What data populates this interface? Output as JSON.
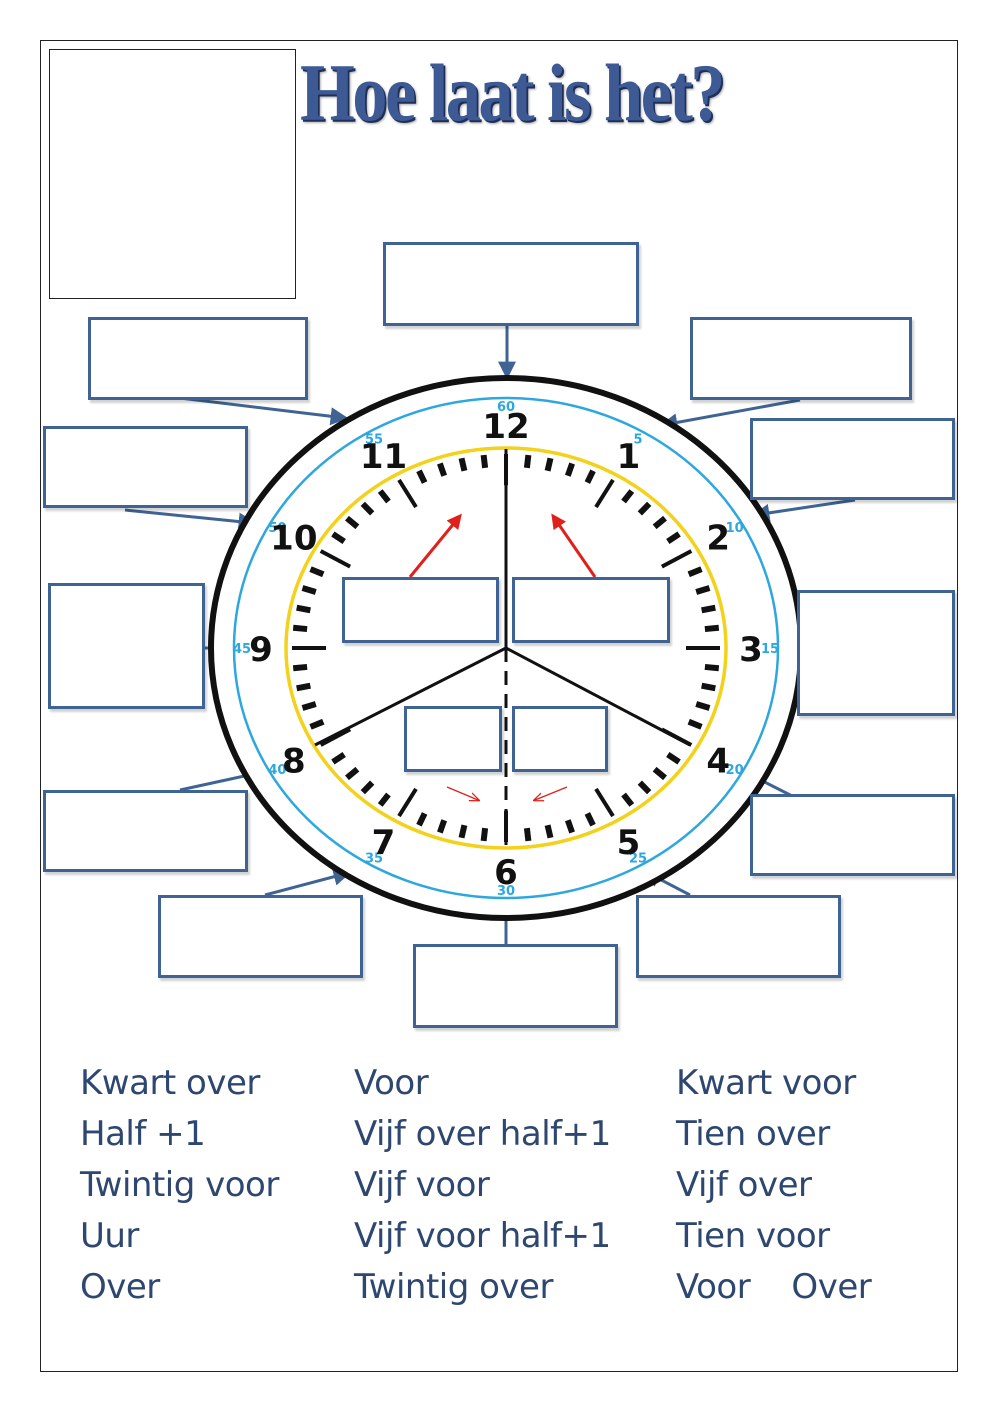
{
  "title": "Hoe laat is het?",
  "clock": {
    "hour_numbers": [
      "12",
      "1",
      "2",
      "3",
      "4",
      "5",
      "6",
      "7",
      "8",
      "9",
      "10",
      "11"
    ],
    "minute_labels": [
      "60",
      "5",
      "10",
      "15",
      "20",
      "25",
      "30",
      "35",
      "40",
      "45",
      "50",
      "55"
    ],
    "colors": {
      "outer_ring": "#111111",
      "minute_ring": "#2ea7df",
      "hour_ring": "#f2d21b",
      "arrow_red": "#e0201a",
      "box_border": "#3f6494",
      "connector": "#3f6494"
    }
  },
  "word_bank": {
    "columns": [
      [
        "Kwart over",
        "Half +1",
        "Twintig voor",
        "Uur",
        "Over"
      ],
      [
        "Voor",
        "Vijf over half+1",
        "Vijf voor",
        "Vijf voor half+1",
        "Twintig over"
      ],
      [
        "Kwart voor",
        "Tien over",
        "Vijf over",
        "Tien voor",
        "Voor    Over"
      ]
    ]
  }
}
